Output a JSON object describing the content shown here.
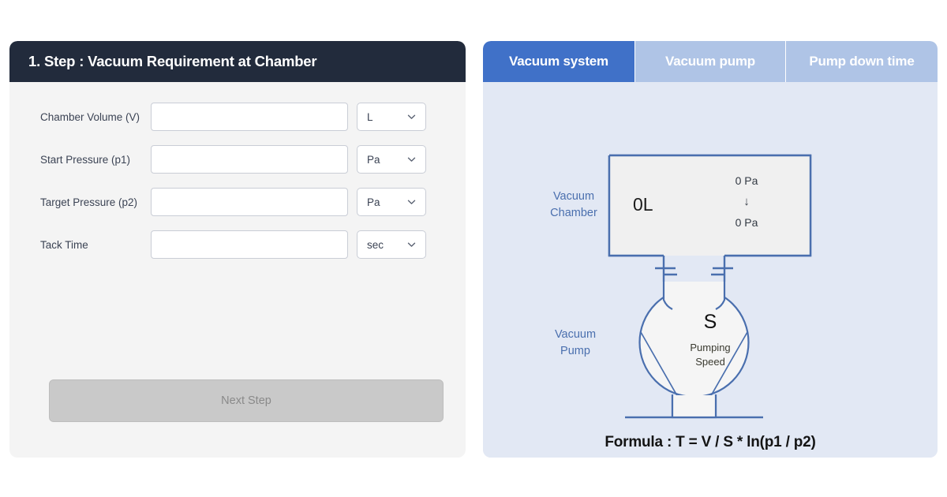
{
  "left_card": {
    "header_title": "1. Step : Vacuum Requirement at Chamber",
    "fields": [
      {
        "label": "Chamber Volume (V)",
        "value": "",
        "placeholder": "",
        "unit": "L"
      },
      {
        "label": "Start Pressure (p1)",
        "value": "",
        "placeholder": "",
        "unit": "Pa"
      },
      {
        "label": "Target Pressure (p2)",
        "value": "",
        "placeholder": "",
        "unit": "Pa"
      },
      {
        "label": "Tack Time",
        "value": "",
        "placeholder": "",
        "unit": "sec"
      }
    ],
    "next_button_label": "Next Step"
  },
  "right_panel": {
    "tabs": [
      {
        "label": "Vacuum system",
        "active": true
      },
      {
        "label": "Vacuum pump",
        "active": false
      },
      {
        "label": "Pump down time",
        "active": false
      }
    ],
    "diagram": {
      "chamber_label": "Vacuum\nChamber",
      "chamber_label_line1": "Vacuum",
      "chamber_label_line2": "Chamber",
      "chamber_volume": "0L",
      "start_pressure": "0 Pa",
      "arrow": "↓",
      "target_pressure": "0 Pa",
      "pump_label_line1": "Vacuum",
      "pump_label_line2": "Pump",
      "pump_symbol": "S",
      "pump_sub_line1": "Pumping",
      "pump_sub_line2": "Speed",
      "formula": "Formula : T = V / S * ln(p1 / p2)"
    }
  },
  "colors": {
    "header_dark": "#222b3c",
    "tab_active": "#4071c8",
    "tab_inactive": "#afc4e6",
    "panel_bg": "#e2e8f4",
    "card_bg": "#f4f4f4",
    "diagram_stroke": "#4a6fae",
    "diagram_fill": "#f0f0f0",
    "button_disabled": "#c9c9c9"
  }
}
